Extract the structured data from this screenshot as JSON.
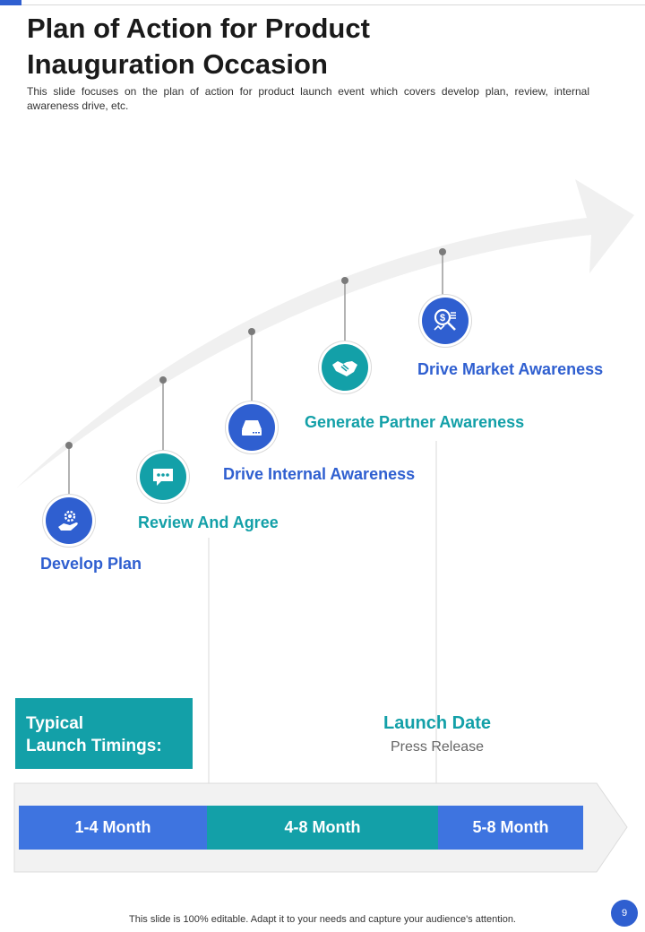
{
  "slide": {
    "title_line1": "Plan of Action for Product",
    "title_line2": "Inauguration Occasion",
    "subtitle": "This slide focuses on the plan of action for product launch event which covers develop plan, review, internal awareness drive, etc."
  },
  "steps": [
    {
      "label": "Develop Plan",
      "icon": "gear-hand-icon",
      "color": "#2f5fd0"
    },
    {
      "label": "Review And Agree",
      "icon": "chat-bubble-icon",
      "color": "#13a0a8"
    },
    {
      "label": "Drive Internal Awareness",
      "icon": "drive-icon",
      "color": "#2f5fd0"
    },
    {
      "label": "Generate Partner Awareness",
      "icon": "handshake-icon",
      "color": "#13a0a8"
    },
    {
      "label": "Drive Market Awareness",
      "icon": "dollar-search-icon",
      "color": "#2f5fd0"
    }
  ],
  "timing": {
    "box_line1": "Typical",
    "box_line2": "Launch Timings:",
    "launch_title": "Launch Date",
    "launch_sub": "Press Release",
    "segments": [
      {
        "label": "1-4 Month",
        "color": "#3e74e0"
      },
      {
        "label": "4-8 Month",
        "color": "#13a0a8"
      },
      {
        "label": "5-8 Month",
        "color": "#3e74e0"
      }
    ]
  },
  "footer": {
    "note": "This slide is 100% editable. Adapt it to your needs and capture your audience's attention.",
    "page_number": "9"
  },
  "colors": {
    "primary": "#2f5fd0",
    "teal": "#13a0a8",
    "arrow": "#f0f0f0"
  }
}
